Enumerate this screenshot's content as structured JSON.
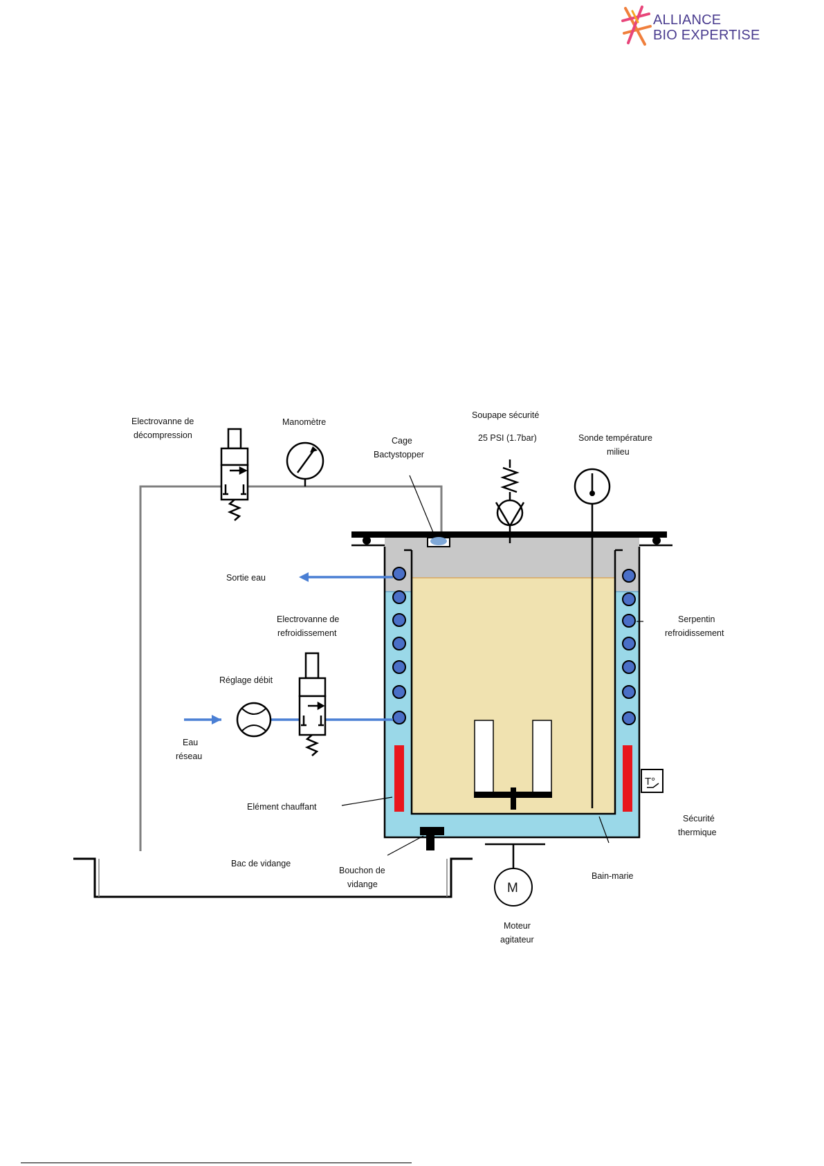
{
  "logo": {
    "line1": "ALLIANCE",
    "line2": "BIO EXPERTISE"
  },
  "labels": {
    "electrovanne_decompression_1": "Electrovanne de",
    "electrovanne_decompression_2": "décompression",
    "manometre": "Manomètre",
    "cage_1": "Cage",
    "cage_2": "Bactystopper",
    "soupape_1": "Soupape sécurité",
    "soupape_2": "25 PSI (1.7bar)",
    "sonde_1": "Sonde température",
    "sonde_2": "milieu",
    "sortie_eau": "Sortie eau",
    "electrovanne_refroid_1": "Electrovanne de",
    "electrovanne_refroid_2": "refroidissement",
    "serpentin_1": "Serpentin",
    "serpentin_2": "refroidissement",
    "reglage_debit": "Réglage débit",
    "eau_reseau_1": "Eau",
    "eau_reseau_2": "réseau",
    "element_chauffant": "Elément chauffant",
    "securite_1": "Sécurité",
    "securite_2": "thermique",
    "thermal_symbol": "T°",
    "bac_vidange": "Bac de vidange",
    "bouchon_1": "Bouchon de",
    "bouchon_2": "vidange",
    "bain_marie": "Bain-marie",
    "motor_symbol": "M",
    "moteur_1": "Moteur",
    "moteur_2": "agitateur"
  },
  "colors": {
    "logo_text": "#4a3c8f",
    "logo_orange": "#f07f3c",
    "logo_pink": "#e8457a",
    "water_blue": "#9ad8e8",
    "coil_blue": "#4a6fc7",
    "pipe_blue": "#4a7fd4",
    "medium": "#f0e2b0",
    "headspace": "#c8c8c8",
    "heater_red": "#e8161d",
    "pipe_gray": "#7f7f7f"
  }
}
